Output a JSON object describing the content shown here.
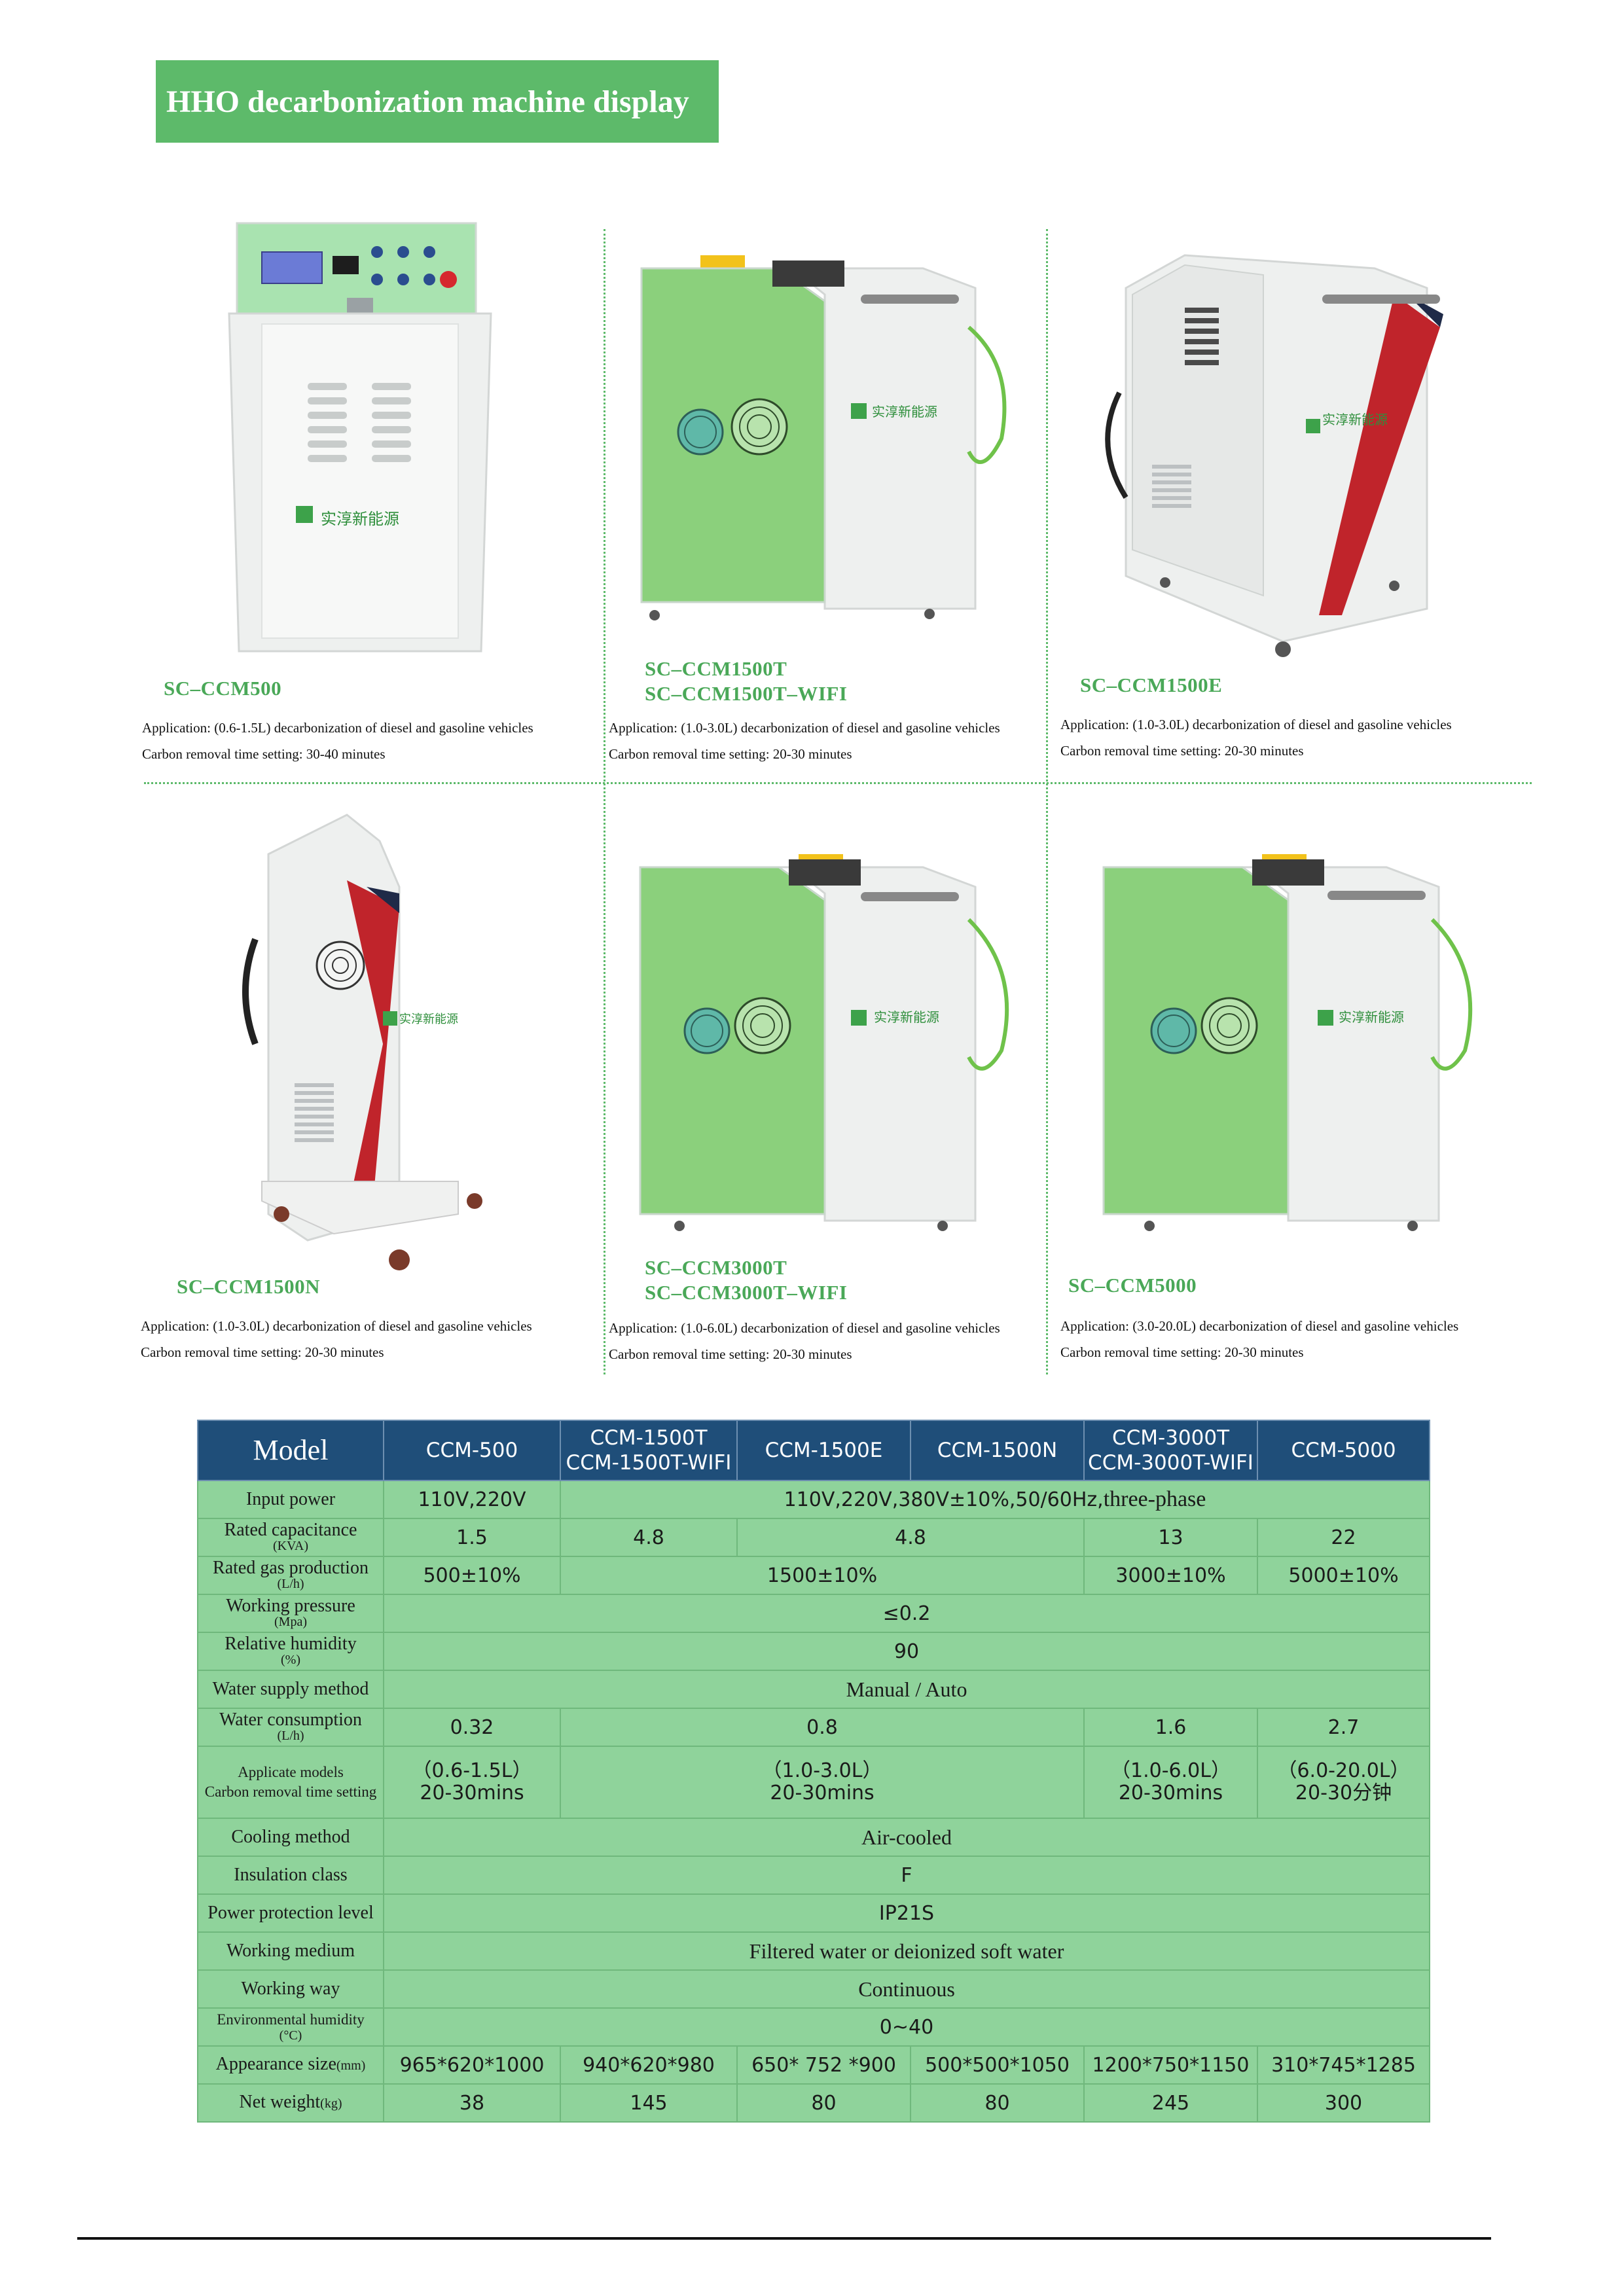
{
  "banner": "HHO decarbonization machine display",
  "products": [
    {
      "name": "SC–CCM500",
      "app": "Application: (0.6-1.5L) decarbonization of diesel and gasoline vehicles",
      "time": "Carbon removal time setting: 30-40 minutes",
      "logo": "实淳新能源"
    },
    {
      "name": "SC–CCM1500T",
      "name2": "SC–CCM1500T–WIFI",
      "app": "Application: (1.0-3.0L) decarbonization of diesel and gasoline vehicles",
      "time": "Carbon removal time setting: 20-30 minutes",
      "logo": "实淳新能源"
    },
    {
      "name": "SC–CCM1500E",
      "app": "Application: (1.0-3.0L) decarbonization of diesel and gasoline vehicles",
      "time": "Carbon removal time setting: 20-30 minutes",
      "logo": "实淳新能源"
    },
    {
      "name": "SC–CCM1500N",
      "app": "Application: (1.0-3.0L) decarbonization of diesel and gasoline vehicles",
      "time": "Carbon removal time setting: 20-30 minutes",
      "logo": "实淳新能源"
    },
    {
      "name": "SC–CCM3000T",
      "name2": "SC–CCM3000T–WIFI",
      "app": "Application: (1.0-6.0L) decarbonization of diesel and gasoline vehicles",
      "time": "Carbon removal time setting: 20-30 minutes",
      "logo": "实淳新能源"
    },
    {
      "name": "SC–CCM5000",
      "app": "Application: (3.0-20.0L) decarbonization of diesel and gasoline vehicles",
      "time": "Carbon removal time setting: 20-30 minutes",
      "logo": "实淳新能源"
    }
  ],
  "table": {
    "header": {
      "model": "Model",
      "c1": "CCM-500",
      "c2a": "CCM-1500T",
      "c2b": "CCM-1500T-WIFI",
      "c3": "CCM-1500E",
      "c4": "CCM-1500N",
      "c5a": "CCM-3000T",
      "c5b": "CCM-3000T-WIFI",
      "c6": "CCM-5000"
    },
    "rows": {
      "input_power": {
        "label": "Input power",
        "v1": "110V,220V",
        "v2": "110V,220V,380V±10%,50/60Hz,",
        "v2b": "three-phase"
      },
      "rated_capacitance": {
        "label": "Rated capacitance",
        "unit": "(KVA)",
        "v1": "1.5",
        "v2": "4.8",
        "v3": "4.8",
        "v4": "13",
        "v5": "22"
      },
      "gas_production": {
        "label": "Rated gas production",
        "unit": "(L/h)",
        "v1": "500±10%",
        "v2": "1500±10%",
        "v3": "3000±10%",
        "v4": "5000±10%"
      },
      "working_pressure": {
        "label": "Working pressure",
        "unit": "(Mpa)",
        "v": "≤0.2"
      },
      "relative_humidity": {
        "label": "Relative humidity",
        "unit": "(%)",
        "v": "90"
      },
      "water_supply": {
        "label": "Water supply method",
        "v": "Manual / Auto"
      },
      "water_consumption": {
        "label": "Water consumption",
        "unit": "(L/h)",
        "v1": "0.32",
        "v2": "0.8",
        "v3": "1.6",
        "v4": "2.7"
      },
      "applicate_models": {
        "label": "Applicate models",
        "label2": "Carbon removal time setting",
        "v1a": "（0.6-1.5L）",
        "v1b": "20-30mins",
        "v2a": "（1.0-3.0L）",
        "v2b": "20-30mins",
        "v3a": "（1.0-6.0L）",
        "v3b": "20-30mins",
        "v4a": "（6.0-20.0L）",
        "v4b": "20-30分钟"
      },
      "cooling": {
        "label": "Cooling method",
        "v": "Air-cooled"
      },
      "insulation": {
        "label": "Insulation class",
        "v": "F"
      },
      "protection": {
        "label": "Power protection level",
        "v": "IP21S"
      },
      "medium": {
        "label": "Working medium",
        "v": "Filtered water or deionized soft water"
      },
      "working_way": {
        "label": "Working way",
        "v": "Continuous"
      },
      "env_humidity": {
        "label": "Environmental humidity",
        "unit": "(°C)",
        "v": "0~40"
      },
      "size": {
        "label": "Appearance size",
        "unit": "(mm)",
        "v1": "965*620*1000",
        "v2": "940*620*980",
        "v3": "650* 752 *900",
        "v4": "500*500*1050",
        "v5": "1200*750*1150",
        "v6": "310*745*1285"
      },
      "weight": {
        "label": "Net weight",
        "unit": "(kg)",
        "v1": "38",
        "v2": "145",
        "v3": "80",
        "v4": "80",
        "v5": "245",
        "v6": "300"
      }
    }
  },
  "colors": {
    "green": "#8fd39b",
    "banner_green": "#5dba6a",
    "header_blue": "#1f4e79",
    "panel_green": "#8bd07c",
    "red_stripe": "#c0242b"
  }
}
